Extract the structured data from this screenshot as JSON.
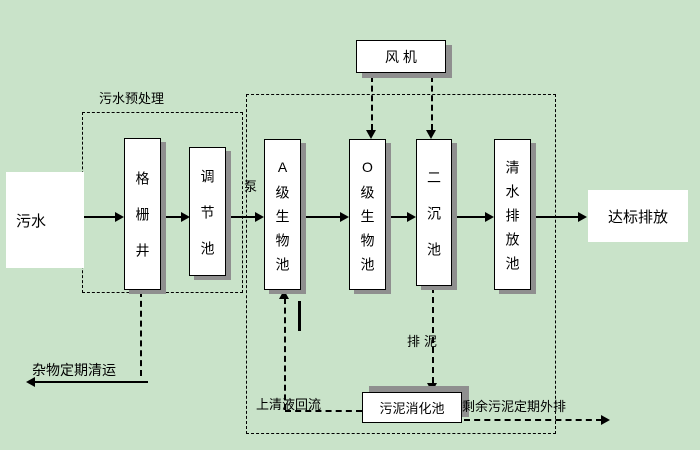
{
  "colors": {
    "background": "#c9e3c9",
    "box_fill": "#ffffff",
    "line": "#000000",
    "shadow": "#8f8f8f"
  },
  "nodes": {
    "influent": "污水",
    "grid_well": "格栅井",
    "regulation_tank": "调节池",
    "a_bio_tank": "A级生物池",
    "o_bio_tank": "O级生物池",
    "secondary_clarifier": "二沉池",
    "clear_water_tank": "清水排放池",
    "blower": "风 机",
    "sludge_digestion_tank": "污泥消化池",
    "effluent": "达标排放"
  },
  "labels": {
    "pretreatment_group": "污水预处理",
    "pump": "泵",
    "debris_removal": "杂物定期清运",
    "supernatant_return": "上清液回流",
    "sludge_discharge": "排泥",
    "excess_sludge": "剩余污泥定期外排"
  }
}
